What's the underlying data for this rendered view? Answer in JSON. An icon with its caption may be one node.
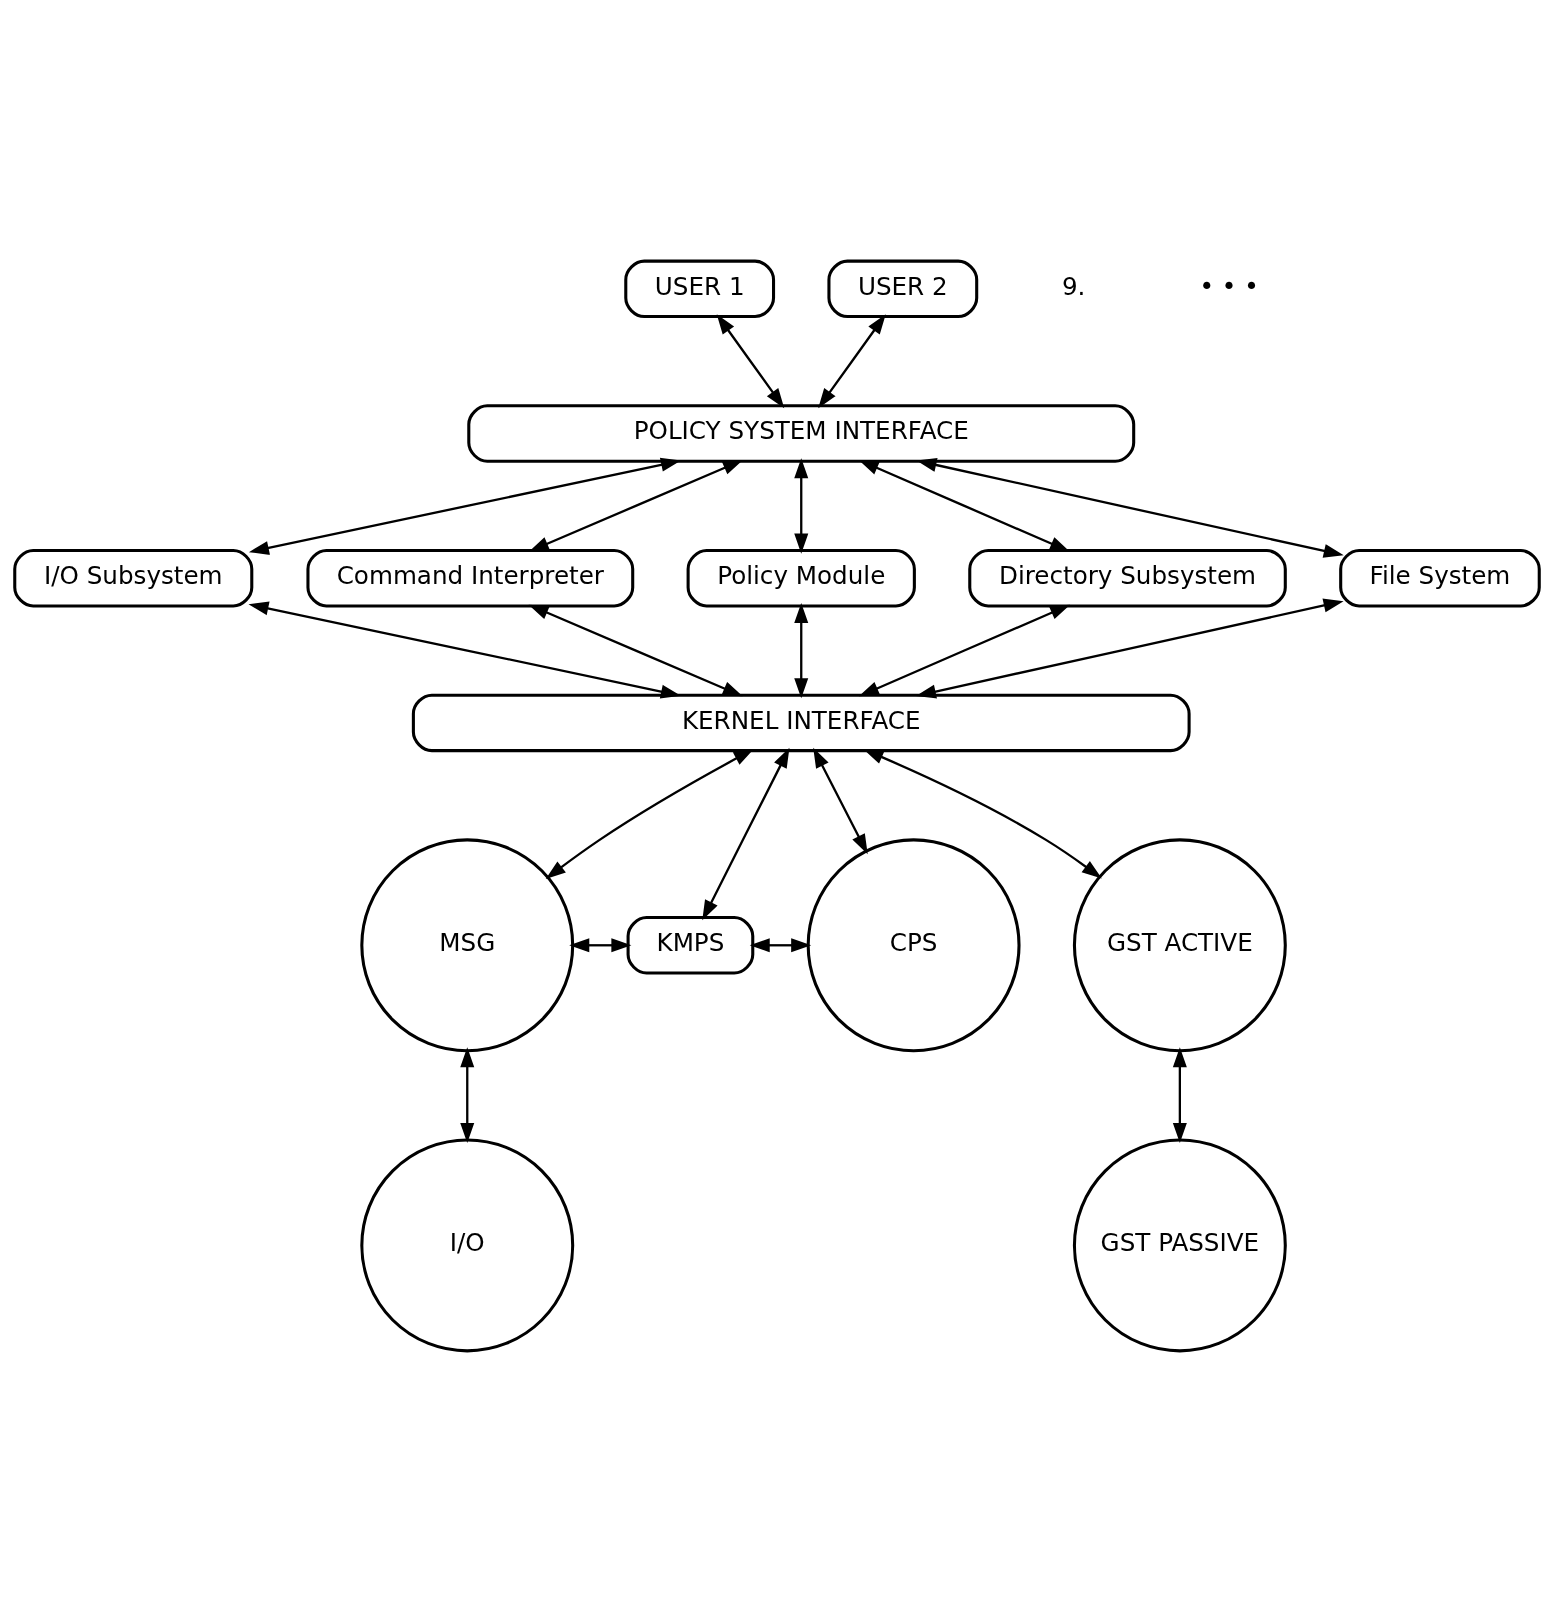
{
  "diagram": {
    "nodes": [
      {
        "text": [
          "USER 1"
        ]
      },
      {
        "text": [
          "USER 2"
        ]
      },
      {
        "text": [
          "POLICY SYSTEM INTERFACE"
        ]
      },
      {
        "text": [
          "I/O Subsystem"
        ]
      },
      {
        "text": [
          "Command Interpreter"
        ]
      },
      {
        "text": [
          "Policy Module"
        ]
      },
      {
        "text": [
          "Directory Subsystem"
        ]
      },
      {
        "text": [
          "File System"
        ]
      },
      {
        "text": [
          "KERNEL INTERFACE"
        ]
      },
      {
        "text": [
          "MSG"
        ]
      },
      {
        "text": [
          "KMPS"
        ]
      },
      {
        "text": [
          "CPS"
        ]
      },
      {
        "text": [
          "GST ACTIVE"
        ]
      },
      {
        "text": [
          "I/O"
        ]
      },
      {
        "text": [
          "GST PASSIVE"
        ]
      }
    ],
    "edges": [
      {
        "from": 0,
        "to": 2,
        "arrow": "both"
      },
      {
        "from": 1,
        "to": 2,
        "arrow": "both"
      },
      {
        "from": 2,
        "to": 3,
        "arrow": "both"
      },
      {
        "from": 2,
        "to": 4,
        "arrow": "both"
      },
      {
        "from": 2,
        "to": 5,
        "arrow": "both"
      },
      {
        "from": 2,
        "to": 6,
        "arrow": "both"
      },
      {
        "from": 2,
        "to": 7,
        "arrow": "both"
      },
      {
        "from": 3,
        "to": 8,
        "arrow": "both"
      },
      {
        "from": 4,
        "to": 8,
        "arrow": "both"
      },
      {
        "from": 5,
        "to": 8,
        "arrow": "both"
      },
      {
        "from": 6,
        "to": 8,
        "arrow": "both"
      },
      {
        "from": 7,
        "to": 8,
        "arrow": "both"
      },
      {
        "from": 8,
        "to": 9,
        "arrow": "both"
      },
      {
        "from": 8,
        "to": 10,
        "arrow": "both"
      },
      {
        "from": 8,
        "to": 11,
        "arrow": "both"
      },
      {
        "from": 8,
        "to": 12,
        "arrow": "both"
      },
      {
        "from": 9,
        "to": 10,
        "arrow": "both"
      },
      {
        "from": 10,
        "to": 11,
        "arrow": "both"
      },
      {
        "from": 9,
        "to": 13,
        "arrow": "both"
      },
      {
        "from": 12,
        "to": 14,
        "arrow": "both"
      }
    ],
    "labels": [
      "9.",
      "• • •"
    ]
  }
}
